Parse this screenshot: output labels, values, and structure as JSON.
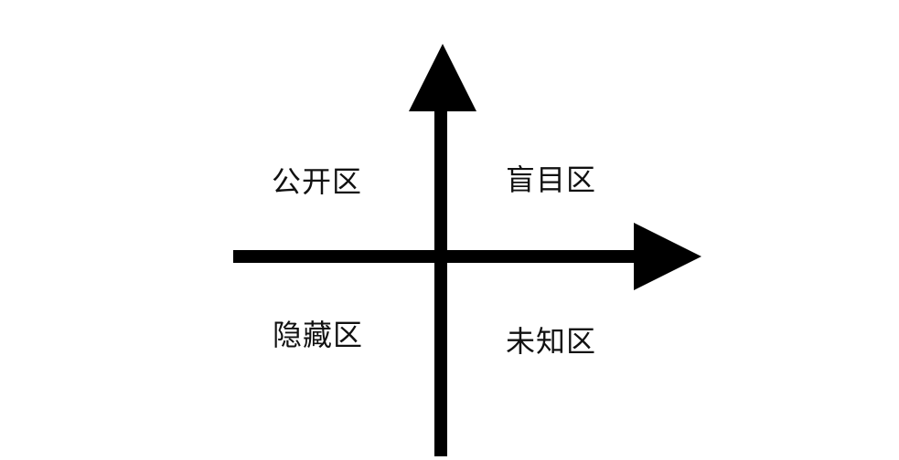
{
  "diagram": {
    "type": "quadrant",
    "axes": {
      "vertical": {
        "direction": "up",
        "color": "#000000"
      },
      "horizontal": {
        "direction": "right",
        "color": "#000000"
      }
    },
    "quadrants": {
      "top_left": "公开区",
      "top_right": "盲目区",
      "bottom_left": "隐藏区",
      "bottom_right": "未知区"
    }
  }
}
